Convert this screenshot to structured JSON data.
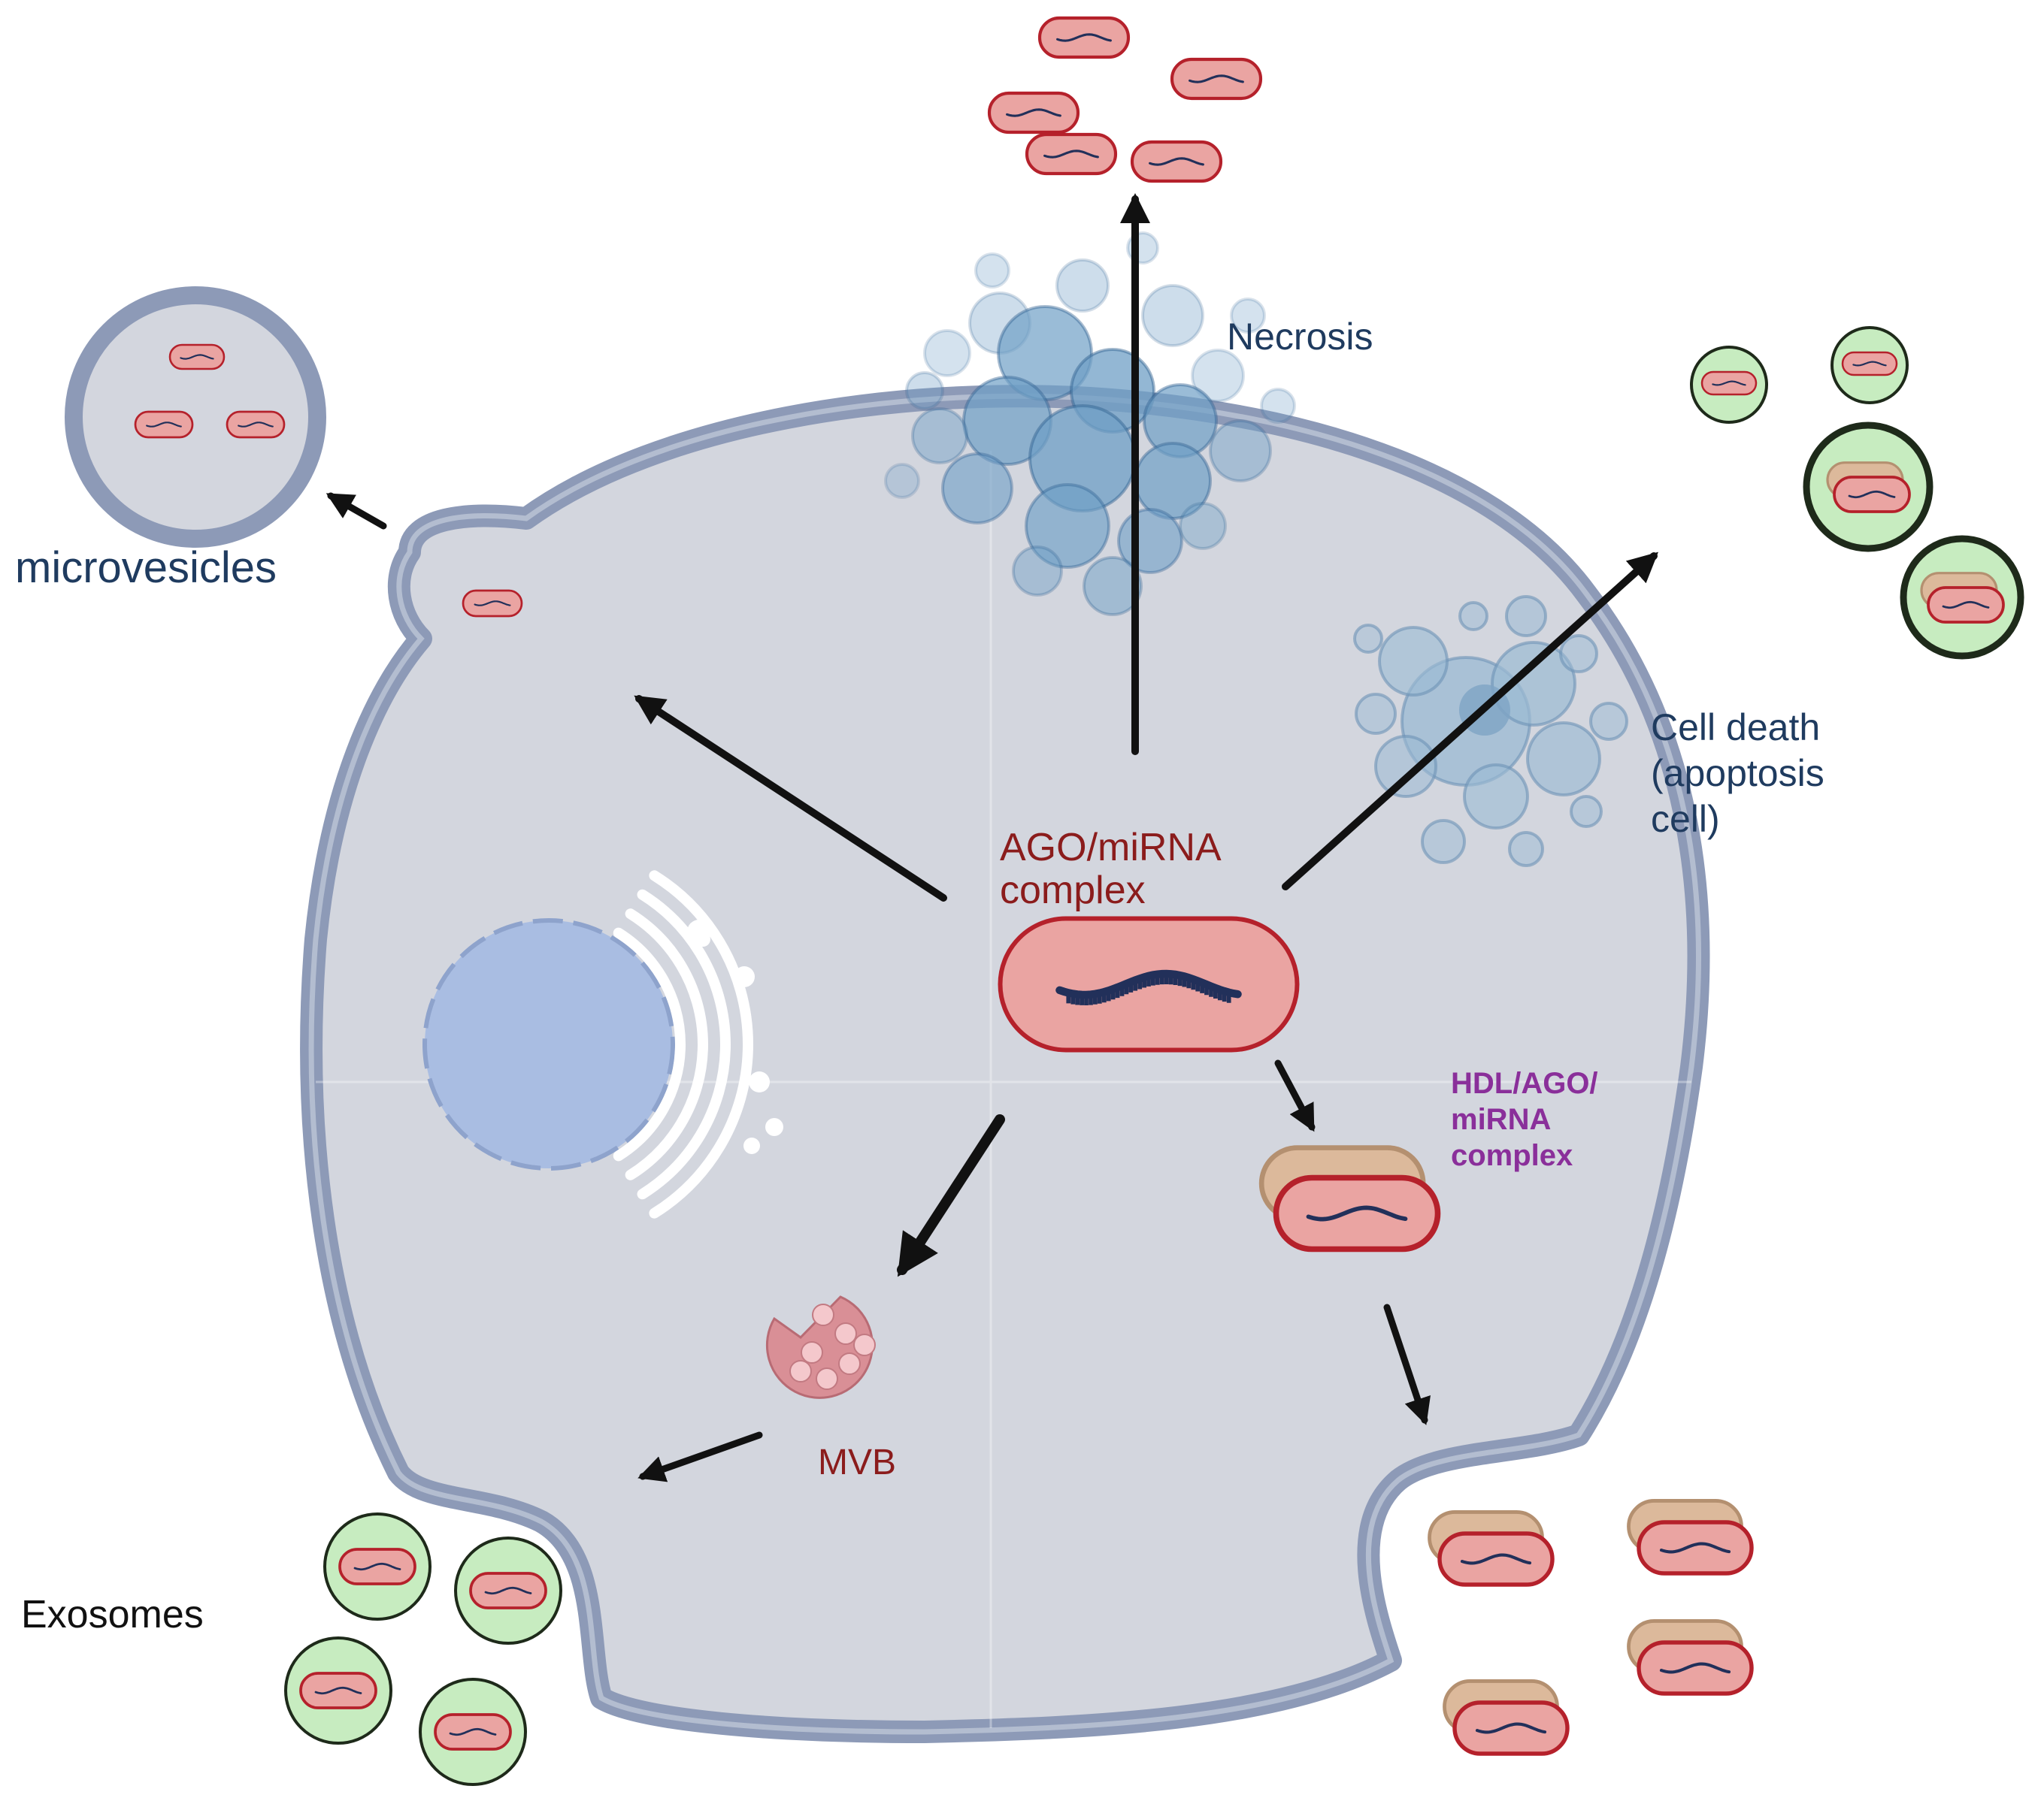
{
  "labels": {
    "necrosis": "Necrosis",
    "microvesicles": "microvesicles",
    "cell_death": [
      "Cell death",
      "(apoptosis",
      "cell)"
    ],
    "ago_complex": [
      "AGO/miRNA",
      "complex"
    ],
    "hdl_complex": [
      "HDL/AGO/",
      "miRNA",
      "complex"
    ],
    "mvb": "MVB",
    "exosomes": "Exosomes"
  },
  "colors": {
    "background": "#ffffff",
    "cytoplasm": "#d3d6de",
    "membrane": "#8d9ab7",
    "membrane_inner": "#b3bdd0",
    "nucleus": "#a9bde2",
    "golgi": "#ffffff",
    "ago_fill": "#eaa4a2",
    "ago_stroke": "#b5212b",
    "hdl_fill": "#dcb99b",
    "hdl_stroke": "#b49070",
    "exosome_fill": "#c7ecc0",
    "exosome_stroke": "#1e2a1a",
    "necrosis_blue": "#6f9fc6",
    "apoptosis_blue": "#9bbad3",
    "mvb_fill": "#d98f96",
    "arrow": "#111111",
    "label_navy": "#1f3b5f",
    "label_darkred": "#8b1c1c",
    "label_purple": "#8a2f9a",
    "label_black": "#111111"
  },
  "icons": {
    "nucleus": "nucleus-icon",
    "golgi": "golgi-icon",
    "mvb": "mvb-icon",
    "ago": "ago-mirna-capsule-icon",
    "exosome": "exosome-icon",
    "hdl": "hdl-complex-icon"
  }
}
